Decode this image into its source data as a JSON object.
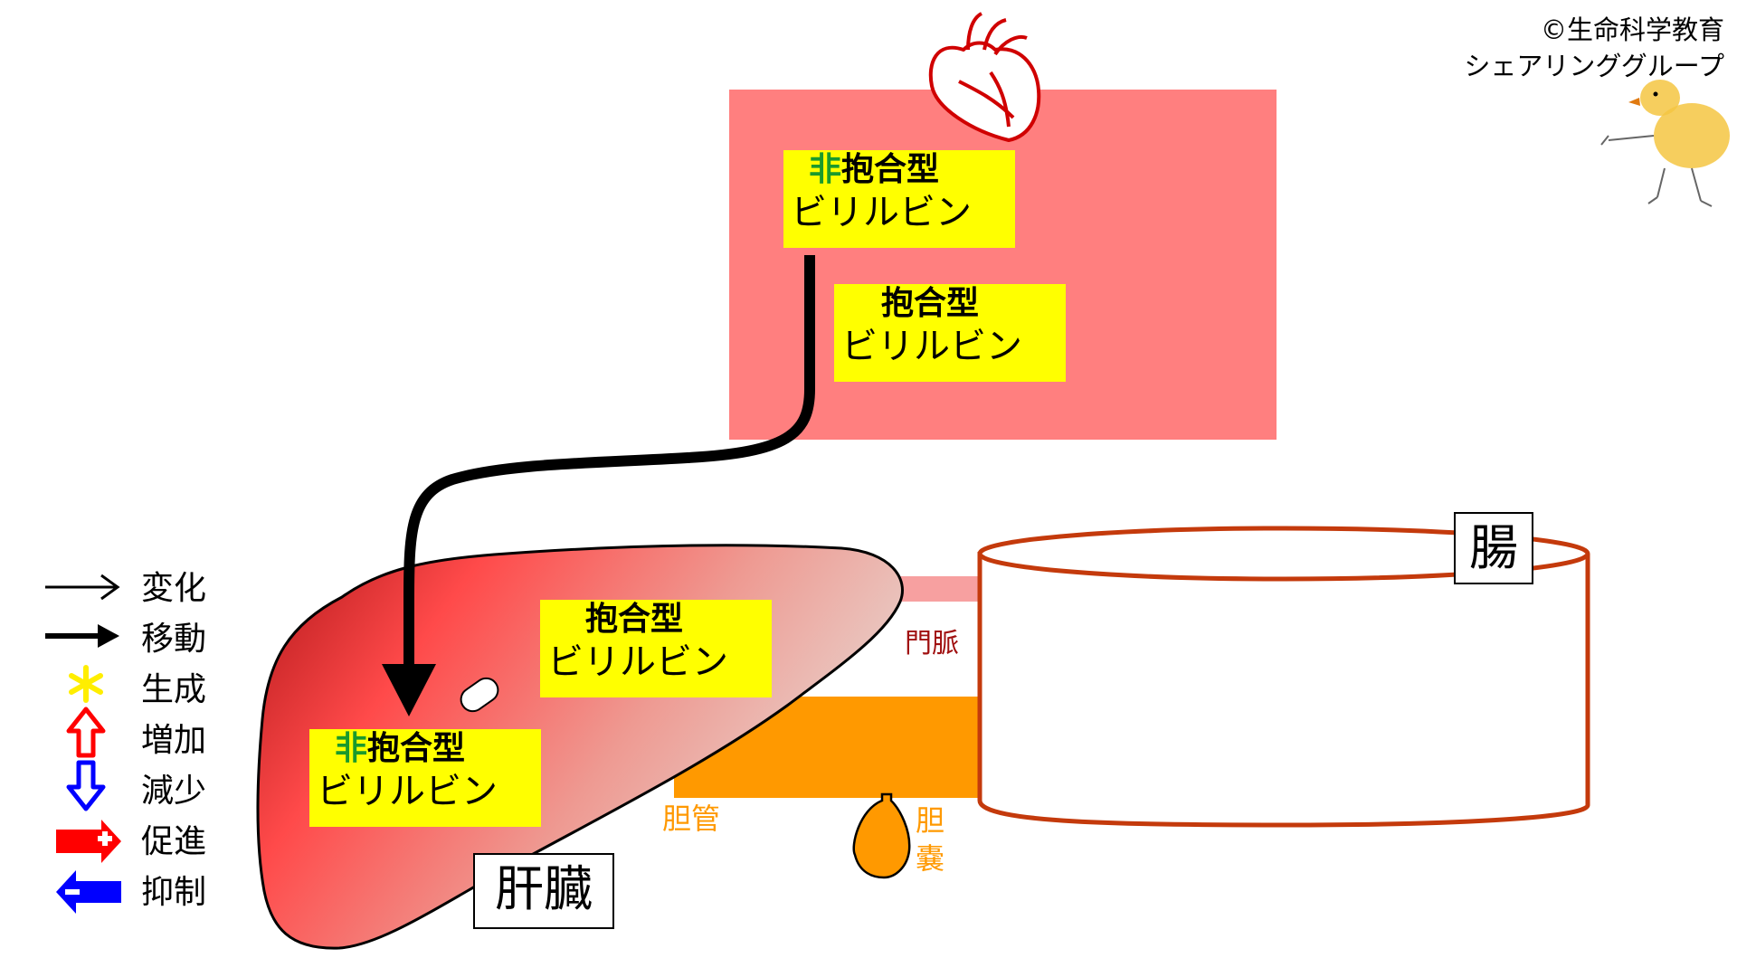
{
  "credit": {
    "line1": "©生命科学教育",
    "line2": "シェアリンググループ"
  },
  "blood_box": {
    "unconj": {
      "prefix": "非",
      "main": "抱合型",
      "sub": "ビリルビン"
    },
    "conj": {
      "main": "抱合型",
      "sub": "ビリルビン"
    }
  },
  "liver": {
    "label": "肝臓",
    "conj": {
      "main": "抱合型",
      "sub": "ビリルビン"
    },
    "unconj": {
      "prefix": "非",
      "main": "抱合型",
      "sub": "ビリルビン"
    }
  },
  "intestine": {
    "label": "腸"
  },
  "portal_vein": {
    "label": "門脈"
  },
  "bile_duct": {
    "label": "胆管"
  },
  "gallbladder": {
    "label": "胆\n嚢"
  },
  "legend": [
    {
      "icon": "thin-arrow-icon",
      "label": "変化"
    },
    {
      "icon": "thick-arrow-icon",
      "label": "移動"
    },
    {
      "icon": "asterisk-icon",
      "label": "生成"
    },
    {
      "icon": "up-arrow-icon",
      "label": "増加"
    },
    {
      "icon": "down-arrow-icon",
      "label": "減少"
    },
    {
      "icon": "promote-arrow-icon",
      "label": "促進"
    },
    {
      "icon": "inhibit-arrow-icon",
      "label": "抑制"
    }
  ],
  "colors": {
    "blood": "#ff7f7f",
    "liver_dark": "#b01518",
    "liver_light": "#e8c8c2",
    "bile": "#ff9900",
    "portal": "#f7a0a0",
    "intestine": "#c43a0c",
    "label_bg": "#ffff00",
    "non_text": "#1a9a2c",
    "promote": "#ff0000",
    "inhibit": "#0000ff"
  }
}
